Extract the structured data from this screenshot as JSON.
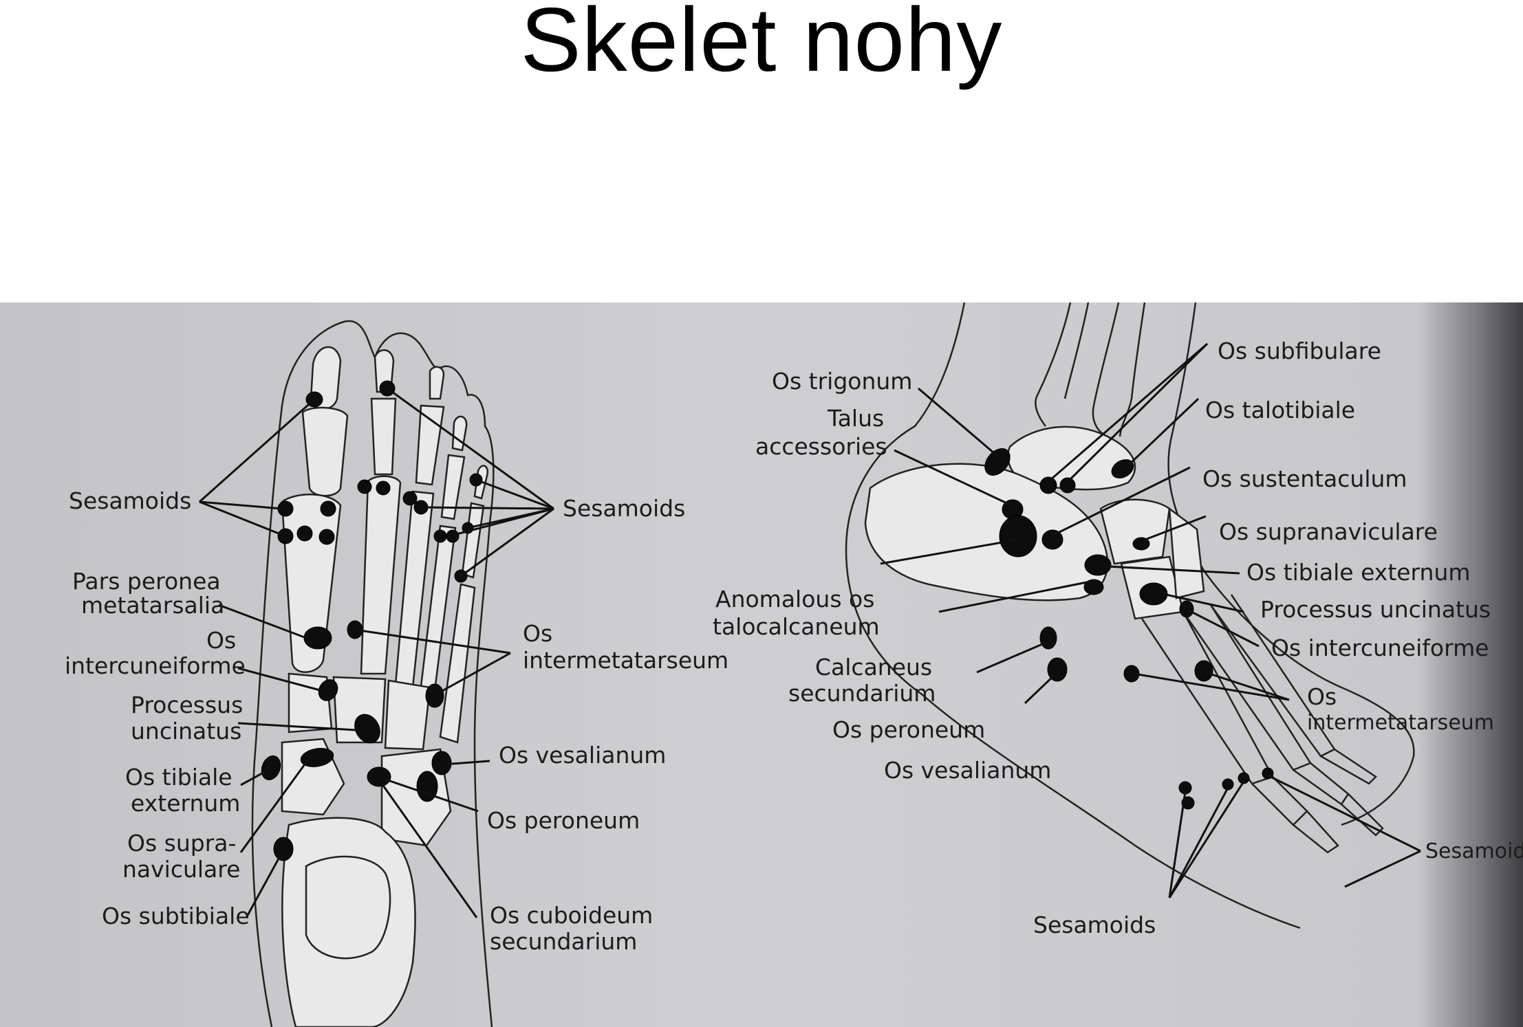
{
  "title": "Skelet  nohy",
  "left_foot": {
    "labels": {
      "sesamoids_left": "Sesamoids",
      "sesamoids_right": "Sesamoids",
      "pars_peronea_1": "Pars peronea",
      "pars_peronea_2": "metatarsalia",
      "os_intercuneiforme_1": "Os",
      "os_intercuneiforme_2": "intercuneiforme",
      "os_intermetatarseum_1": "Os",
      "os_intermetatarseum_2": "intermetatarseum",
      "processus_uncinatus_1": "Processus",
      "processus_uncinatus_2": "uncinatus",
      "os_tibiale_externum_1": "Os tibiale",
      "os_tibiale_externum_2": "externum",
      "os_vesalianum": "Os vesalianum",
      "os_supranaviculare_1": "Os supra-",
      "os_supranaviculare_2": "naviculare",
      "os_peroneum": "Os peroneum",
      "os_subtibiale": "Os subtibiale",
      "os_cuboideum_1": "Os cuboideum",
      "os_cuboideum_2": "secundarium"
    }
  },
  "right_foot": {
    "labels": {
      "os_trigonum": "Os trigonum",
      "talus_accessories_1": "Talus",
      "talus_accessories_2": "accessories",
      "anomalous_1": "Anomalous os",
      "anomalous_2": "talocalcaneum",
      "calcaneus_sec_1": "Calcaneus",
      "calcaneus_sec_2": "secundarium",
      "os_peroneum": "Os peroneum",
      "os_vesalianum": "Os vesalianum",
      "os_subfibulare": "Os subfibulare",
      "os_talotibiale": "Os talotibiale",
      "os_sustentaculum": "Os sustentaculum",
      "os_supranaviculare": "Os supranaviculare",
      "os_tibiale_externum": "Os tibiale externum",
      "processus_uncinatus": "Processus uncinatus",
      "os_intercuneiforme": "Os intercuneiforme",
      "os_intermetatarseum_1": "Os",
      "os_intermetatarseum_2": "intermetatarseum",
      "sesamoids_right": "Sesamoids",
      "sesamoids_bottom": "Sesamoids"
    }
  },
  "colors": {
    "background": "#ffffff",
    "figure_background": "#c9c9cb",
    "ink": "#111111"
  }
}
